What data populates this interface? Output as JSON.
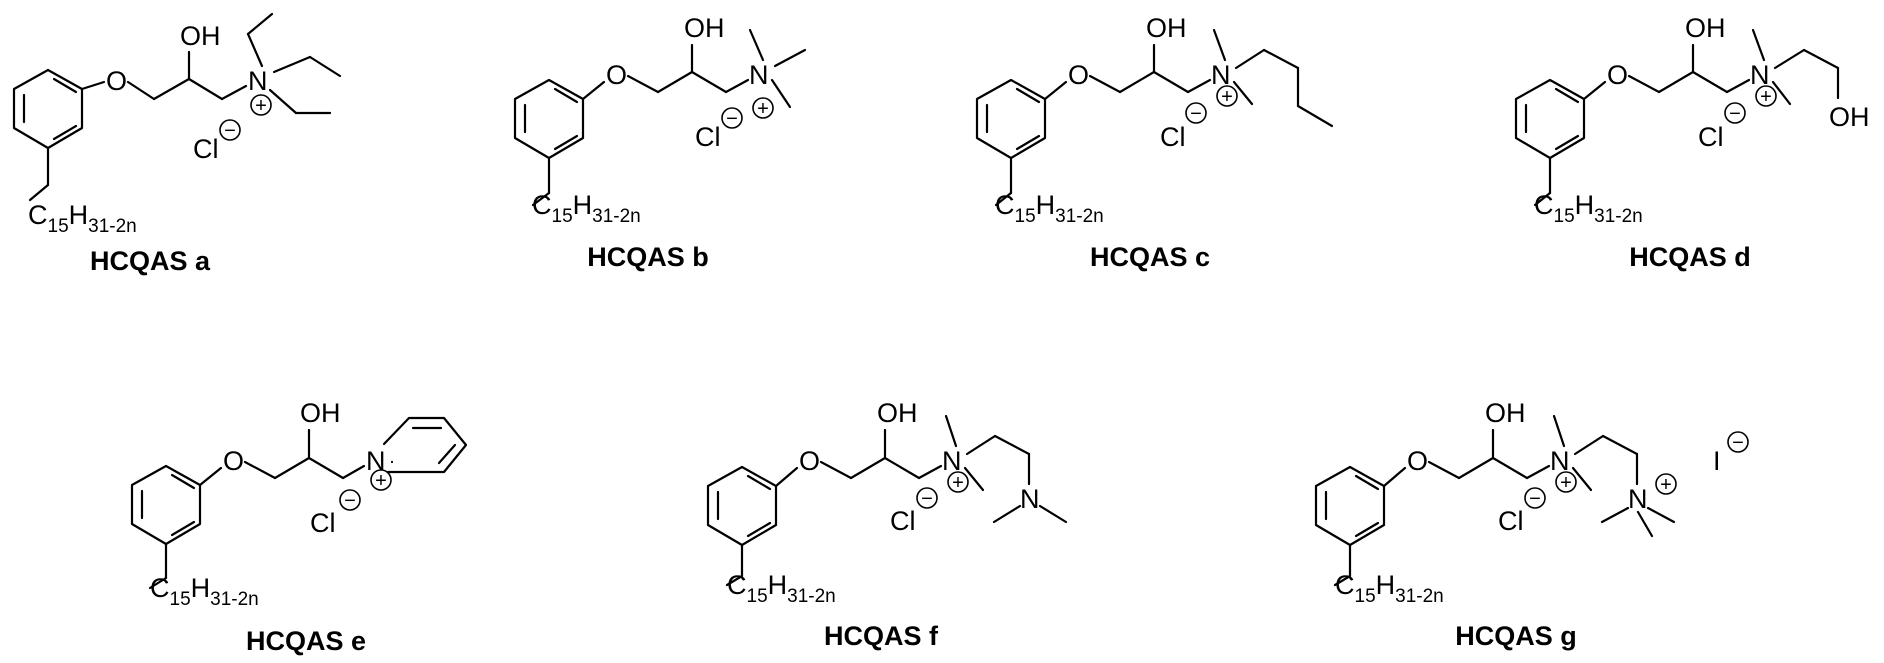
{
  "figure": {
    "compounds": [
      {
        "id": "a",
        "label": "HCQAS a",
        "oxygen": "O",
        "hydroxyl": "OH",
        "nitrogen": "N",
        "counterion": "Cl",
        "alkyl_chain": {
          "base": "C",
          "count": "15",
          "element": "H",
          "formula_sub": "31-2n"
        },
        "charges": {
          "cation": "+",
          "anion": "−"
        }
      },
      {
        "id": "b",
        "label": "HCQAS b",
        "oxygen": "O",
        "hydroxyl": "OH",
        "nitrogen": "N",
        "counterion": "Cl",
        "alkyl_chain": {
          "base": "C",
          "count": "15",
          "element": "H",
          "formula_sub": "31-2n"
        },
        "charges": {
          "cation": "+",
          "anion": "−"
        }
      },
      {
        "id": "c",
        "label": "HCQAS c",
        "oxygen": "O",
        "hydroxyl": "OH",
        "nitrogen": "N",
        "counterion": "Cl",
        "alkyl_chain": {
          "base": "C",
          "count": "15",
          "element": "H",
          "formula_sub": "31-2n"
        },
        "charges": {
          "cation": "+",
          "anion": "−"
        }
      },
      {
        "id": "d",
        "label": "HCQAS d",
        "oxygen": "O",
        "hydroxyl": "OH",
        "nitrogen": "N",
        "counterion": "Cl",
        "terminal_hydroxyl": "OH",
        "alkyl_chain": {
          "base": "C",
          "count": "15",
          "element": "H",
          "formula_sub": "31-2n"
        },
        "charges": {
          "cation": "+",
          "anion": "−"
        }
      },
      {
        "id": "e",
        "label": "HCQAS e",
        "oxygen": "O",
        "hydroxyl": "OH",
        "nitrogen": "N",
        "counterion": "Cl",
        "alkyl_chain": {
          "base": "C",
          "count": "15",
          "element": "H",
          "formula_sub": "31-2n"
        },
        "charges": {
          "cation": "+",
          "anion": "−"
        }
      },
      {
        "id": "f",
        "label": "HCQAS f",
        "oxygen": "O",
        "hydroxyl": "OH",
        "nitrogen": "N",
        "second_nitrogen": "N",
        "counterion": "Cl",
        "alkyl_chain": {
          "base": "C",
          "count": "15",
          "element": "H",
          "formula_sub": "31-2n"
        },
        "charges": {
          "cation": "+",
          "anion": "−"
        }
      },
      {
        "id": "g",
        "label": "HCQAS g",
        "oxygen": "O",
        "hydroxyl": "OH",
        "nitrogen": "N",
        "second_nitrogen": "N",
        "counterion": "Cl",
        "second_counterion": "I",
        "alkyl_chain": {
          "base": "C",
          "count": "15",
          "element": "H",
          "formula_sub": "31-2n"
        },
        "charges": {
          "cation": "+",
          "anion": "−"
        }
      }
    ]
  }
}
